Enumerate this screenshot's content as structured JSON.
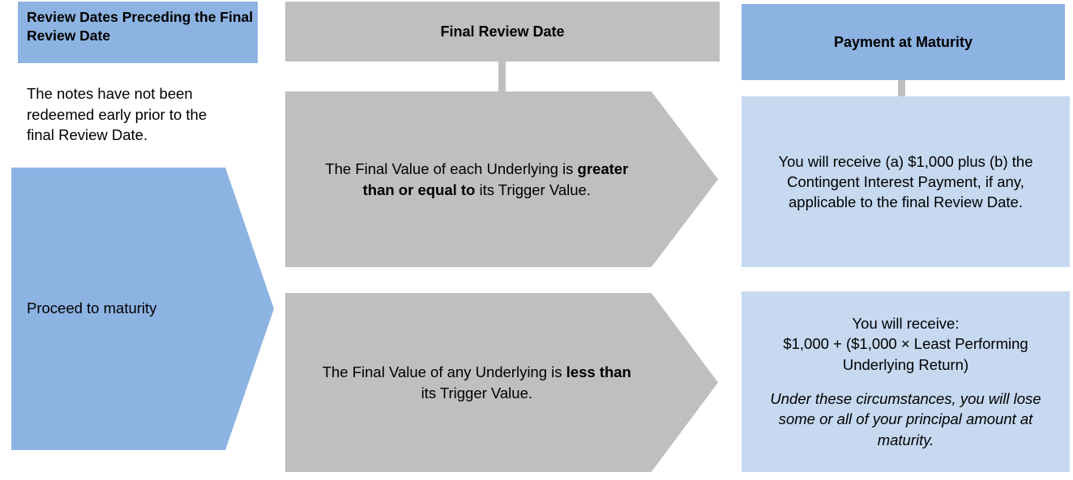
{
  "columns": {
    "left": {
      "header": "Review Dates Preceding the Final Review Date",
      "note": "The notes have not been redeemed early prior to the final Review Date.",
      "flow_label": "Proceed to maturity"
    },
    "middle": {
      "header": "Final Review Date",
      "conditions": [
        {
          "id": "condition-greater-or-equal",
          "text_before": "The Final Value of each Underlying is ",
          "emphasis": "greater than or equal to",
          "text_after": " its Trigger Value."
        },
        {
          "id": "condition-less-than",
          "text_before": "The Final Value of any Underlying is ",
          "emphasis": "less than",
          "text_after": " its Trigger Value."
        }
      ]
    },
    "right": {
      "header": "Payment at Maturity",
      "outcomes": [
        {
          "id": "outcome-full-principal",
          "primary": "You will receive (a) $1,000 plus (b) the Contingent Interest Payment, if any, applicable to the final Review Date.",
          "warning": ""
        },
        {
          "id": "outcome-loss",
          "primary": "You will receive:\n$1,000 + ($1,000 × Least Performing Underlying Return)",
          "warning": "Under these circumstances, you will lose some or all of your principal amount at maturity."
        }
      ]
    }
  },
  "colors": {
    "header_blue": "#8db3e2",
    "light_blue": "#c6d9f0",
    "gray": "#bfbfbf",
    "text": "#000000",
    "background": "#ffffff"
  }
}
